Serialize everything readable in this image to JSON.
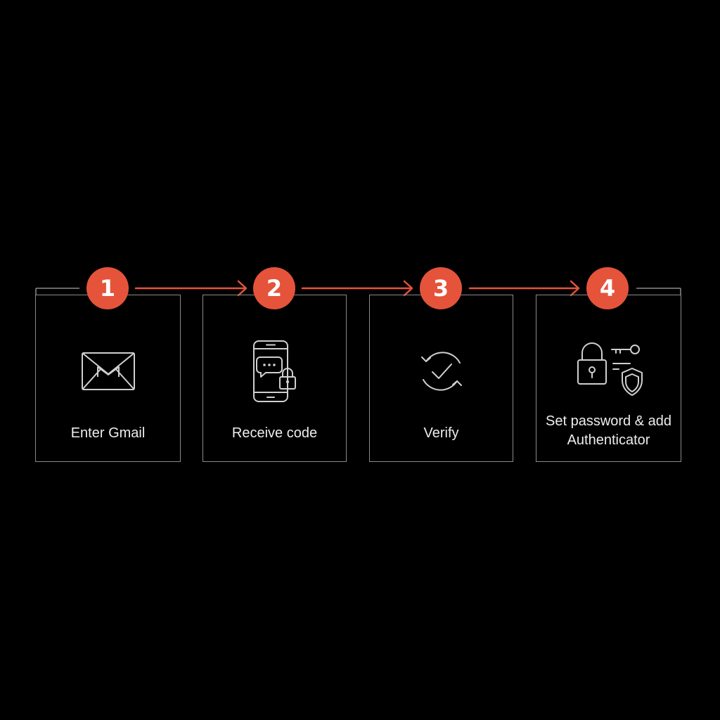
{
  "colors": {
    "background": "#000000",
    "accent": "#e5533b",
    "box_border": "#8a8a8a",
    "icon_stroke": "#cfcfcf",
    "label_text": "#ededed"
  },
  "steps": [
    {
      "number": "1",
      "label": "Enter Gmail",
      "icon": "mail-icon"
    },
    {
      "number": "2",
      "label": "Receive code",
      "icon": "phone-chat-lock-icon"
    },
    {
      "number": "3",
      "label": "Verify",
      "icon": "refresh-check-icon"
    },
    {
      "number": "4",
      "label_lines": [
        "Set password & add",
        "Authenticator"
      ],
      "icon": "lock-key-shield-icon"
    }
  ]
}
